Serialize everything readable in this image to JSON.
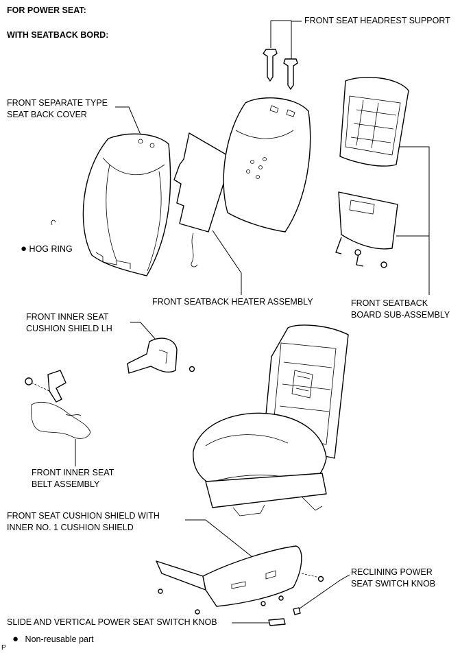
{
  "headers": {
    "power_seat": "FOR POWER SEAT:",
    "seatback_board": "WITH SEATBACK BORD:"
  },
  "labels": {
    "headrest_support": "FRONT SEAT HEADREST SUPPORT",
    "seat_back_cover_l1": "FRONT SEPARATE TYPE",
    "seat_back_cover_l2": "SEAT BACK COVER",
    "hog_ring": "HOG RING",
    "heater_assembly": "FRONT SEATBACK HEATER ASSEMBLY",
    "board_l1": "FRONT SEATBACK",
    "board_l2": "BOARD SUB-ASSEMBLY",
    "inner_shield_l1": "FRONT INNER SEAT",
    "inner_shield_l2": "CUSHION SHIELD LH",
    "belt_l1": "FRONT INNER SEAT",
    "belt_l2": "BELT ASSEMBLY",
    "cushion_shield_l1": "FRONT SEAT CUSHION SHIELD WITH",
    "cushion_shield_l2": "INNER NO. 1 CUSHION SHIELD",
    "reclining_l1": "RECLINING POWER",
    "reclining_l2": "SEAT SWITCH KNOB",
    "slide_knob": "SLIDE AND VERTICAL POWER SEAT SWITCH KNOB"
  },
  "legend": {
    "symbol": "●",
    "text": "Non-reusable part"
  },
  "corner_mark": "P"
}
